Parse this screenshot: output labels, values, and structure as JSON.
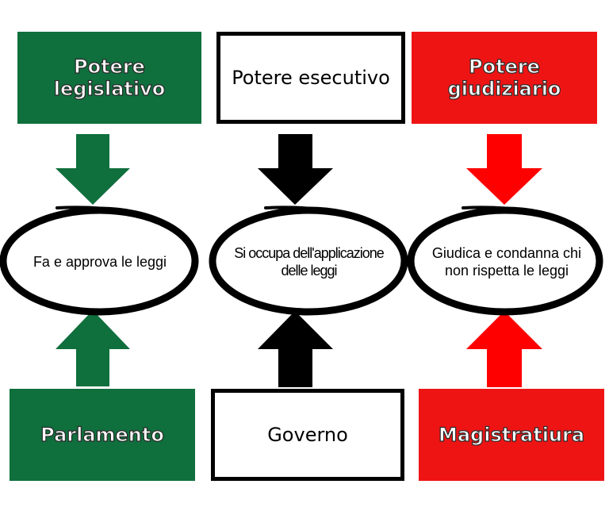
{
  "colors": {
    "green": "#0f6f3d",
    "black": "#000000",
    "red": "#ef1414",
    "arrow_red": "#ff0000"
  },
  "columns": [
    {
      "power_label": "Potere legislativo",
      "function_text": "Fa e approva le leggi",
      "body_label": "Parlamento"
    },
    {
      "power_label": "Potere esecutivo",
      "function_text": "Si occupa dell'applicazione delle leggi",
      "body_label": "Governo"
    },
    {
      "power_label": "Potere giudiziario",
      "function_text": "Giudica e condanna chi non rispetta le leggi",
      "body_label": "Magistratiura"
    }
  ]
}
